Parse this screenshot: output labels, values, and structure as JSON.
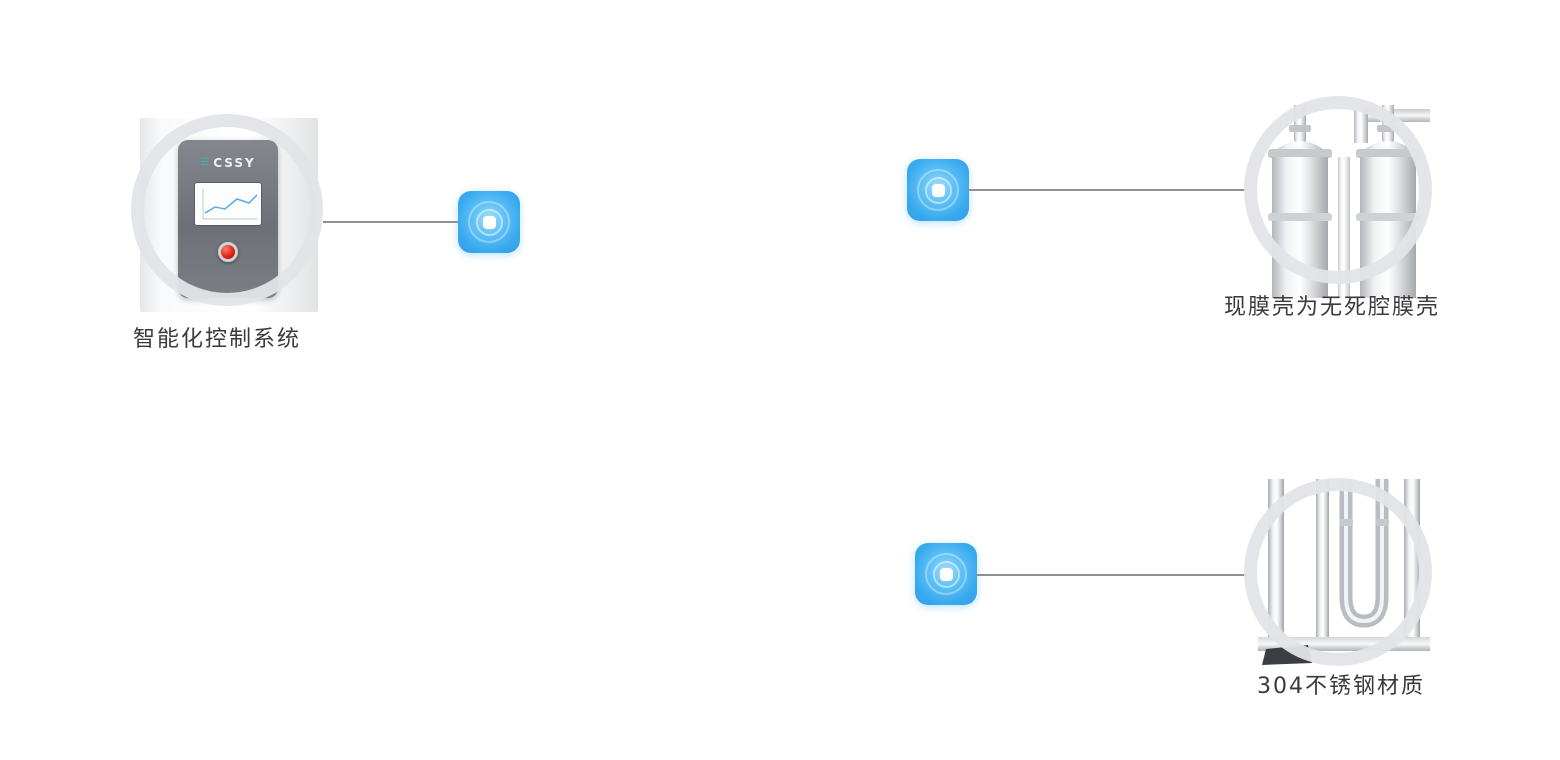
{
  "callouts": {
    "control_system": {
      "label": "智能化控制系统",
      "brand": "CSSY"
    },
    "membrane_housing": {
      "label": "现膜壳为无死腔膜壳"
    },
    "stainless_steel": {
      "label": "304不锈钢材质"
    }
  },
  "colors": {
    "hotspot_blue": "#3aaaef",
    "ring_gray": "#e3e4e7",
    "connector_gray": "#8f9093",
    "label_dark": "#3a3a3e",
    "power_button_red": "#e02316"
  }
}
